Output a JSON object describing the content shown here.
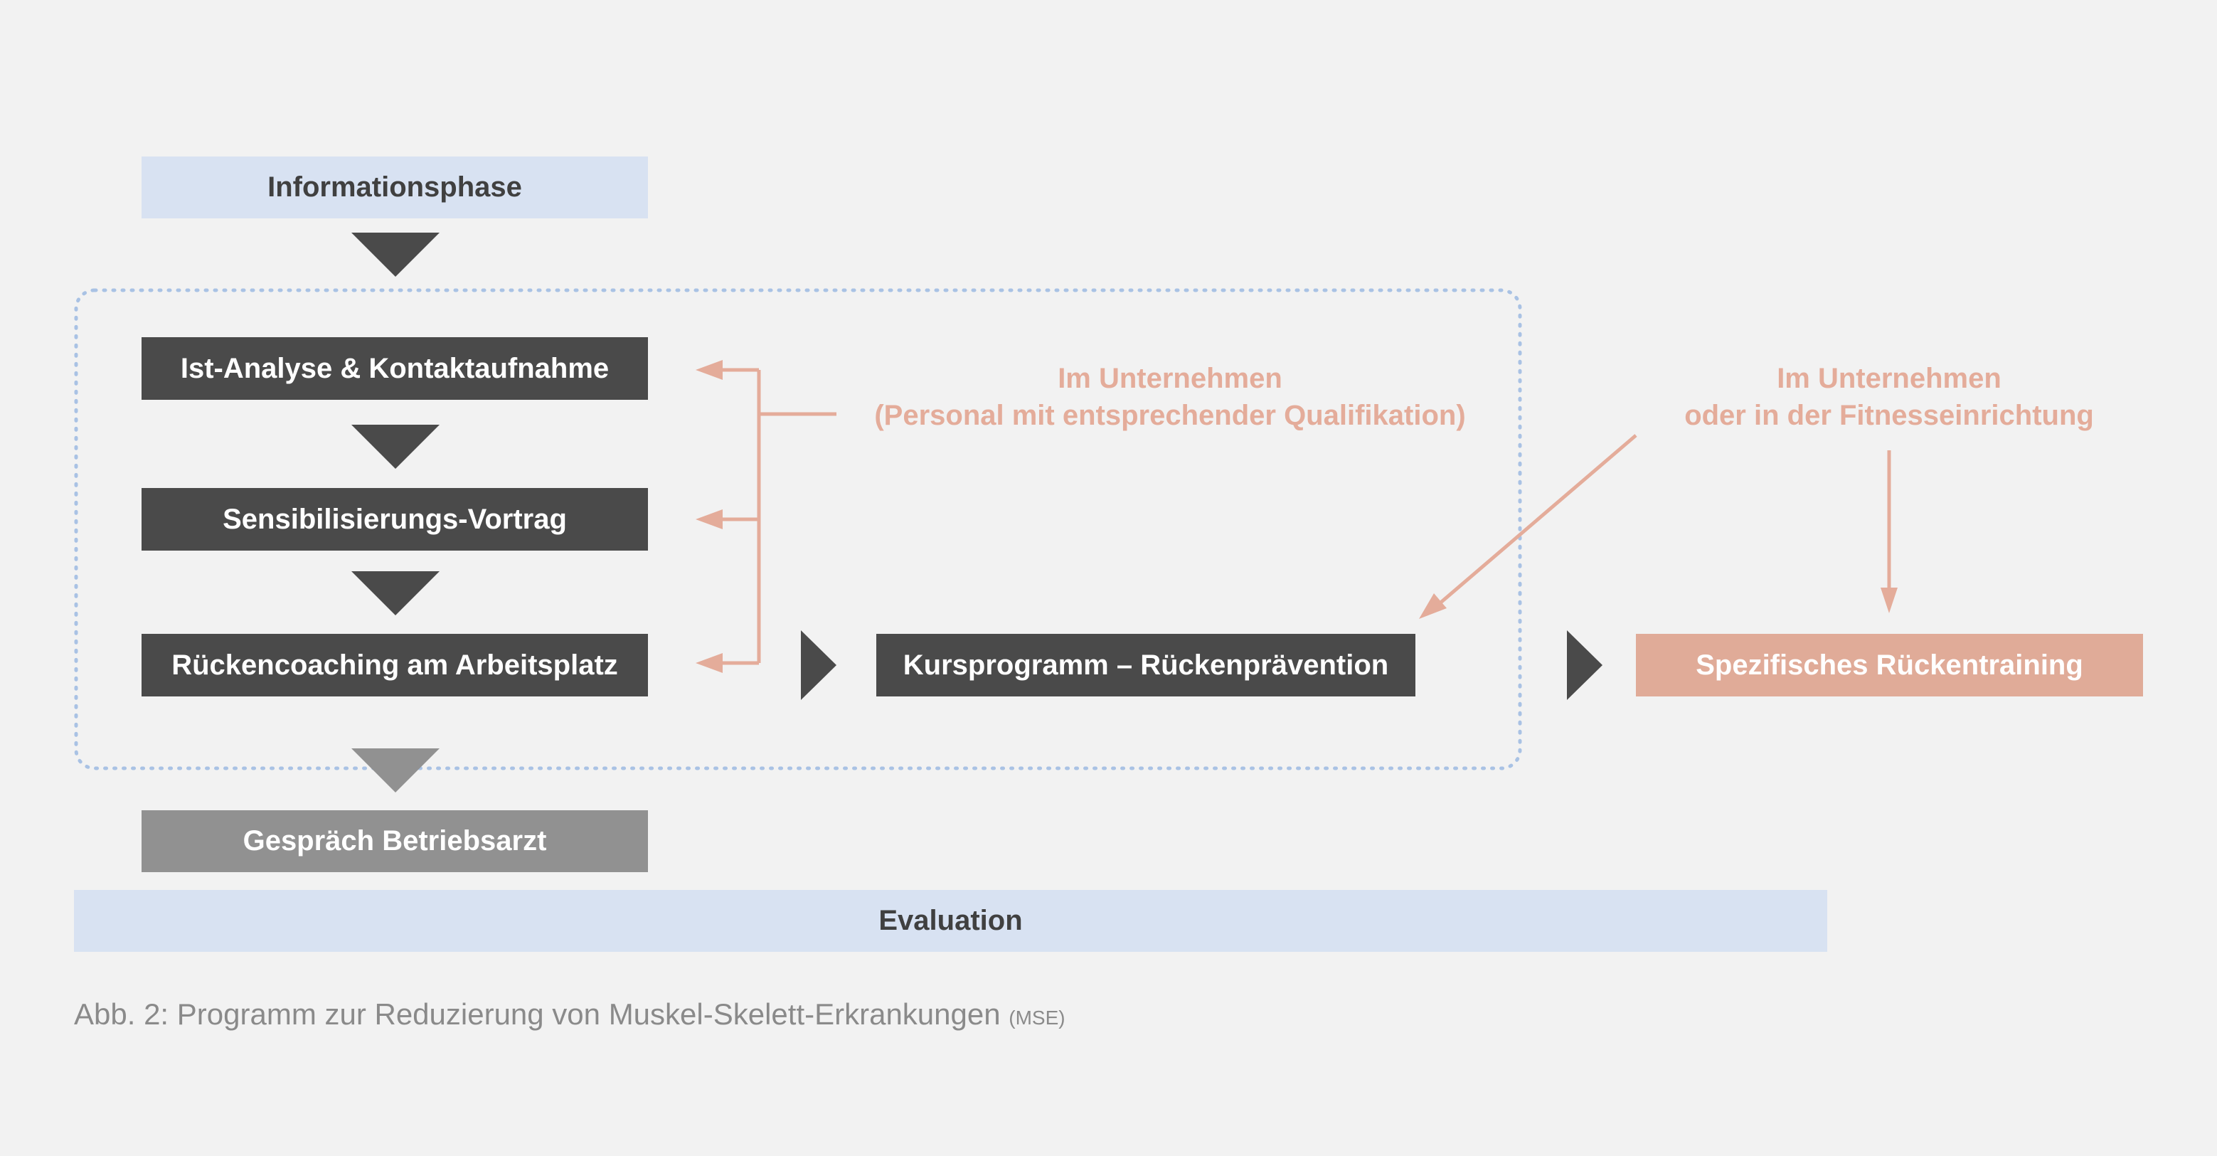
{
  "nodes": {
    "information_phase": "Informationsphase",
    "ist_analyse": "Ist-Analyse & Kontaktaufnahme",
    "sensibilisierung": "Sensibilisierungs-Vortrag",
    "rueckencoaching": "Rückencoaching am Arbeitsplatz",
    "kursprogramm": "Kursprogramm – Rückenprävention",
    "spezifisches_training": "Spezifisches Rückentraining",
    "gespraech": "Gespräch Betriebsarzt",
    "evaluation": "Evaluation"
  },
  "notes": {
    "company": {
      "line1": "Im Unternehmen",
      "line2": "(Personal mit entsprechender Qualifikation)"
    },
    "company_or_fitness": {
      "line1": "Im Unternehmen",
      "line2": "oder in der Fitnesseinrichtung"
    }
  },
  "caption": {
    "main": "Abb. 2: Programm zur Reduzierung von Muskel-Skelett-Erkrankungen",
    "suffix": "(MSE)"
  },
  "colors": {
    "dark_box": "#4a4a4a",
    "light_box": "#d8e2f2",
    "gray_box": "#919191",
    "accent_salmon": "#e0ab98",
    "dotted_border": "#a9c2e4",
    "background": "#f2f2f2"
  }
}
